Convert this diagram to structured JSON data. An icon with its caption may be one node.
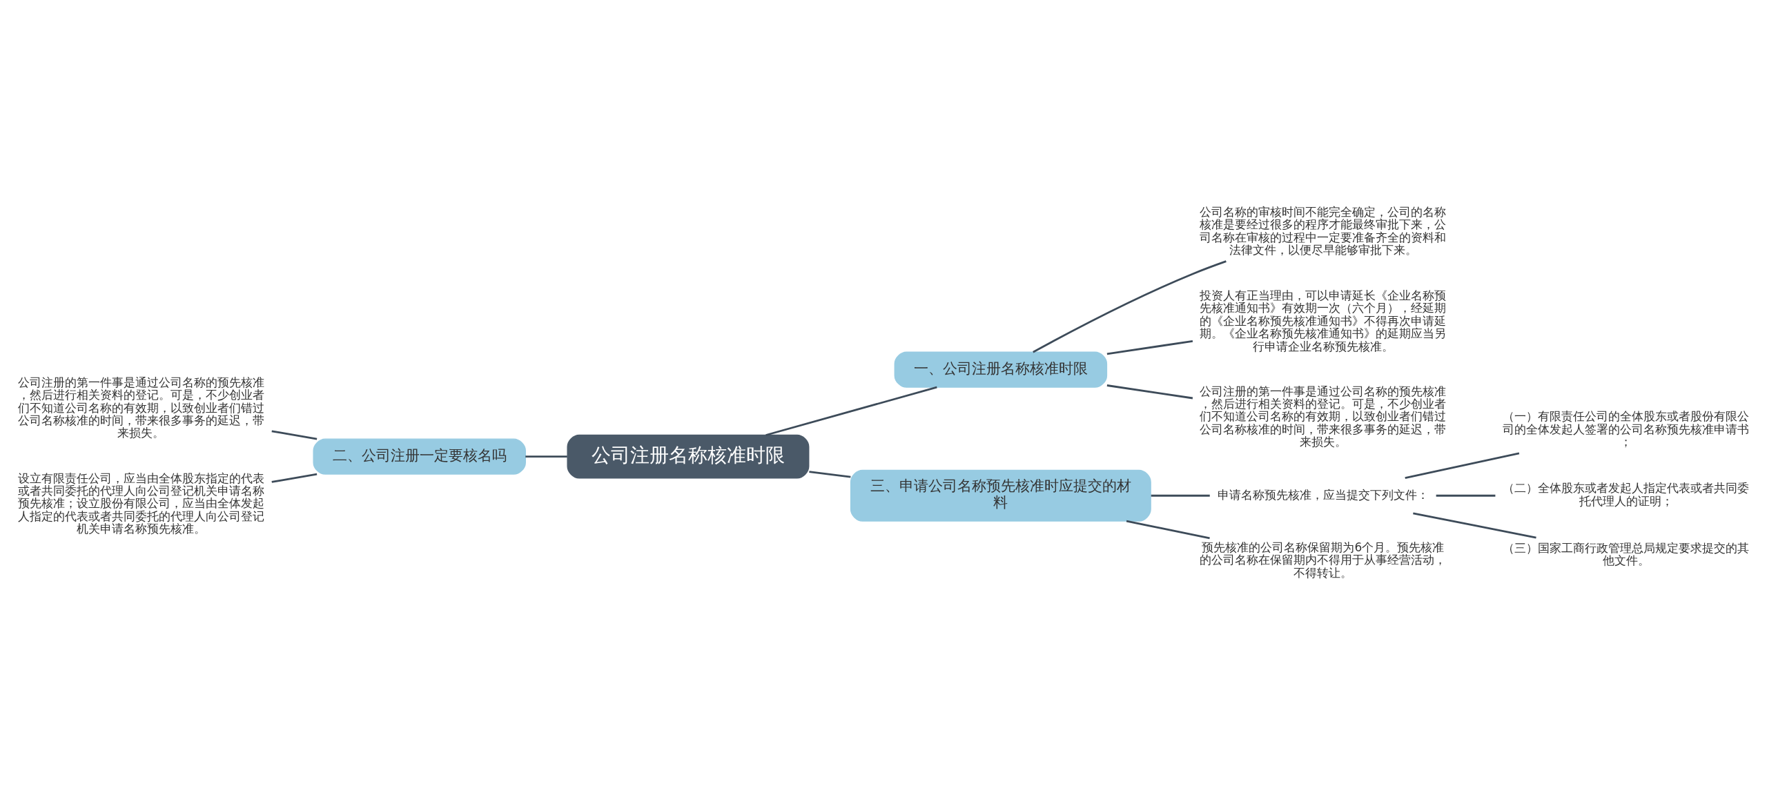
{
  "diagram": {
    "nodes": [
      {
        "text": [
          "公司注册名称核准时限"
        ]
      },
      {
        "text": [
          "一、公司注册名称核准时限"
        ]
      },
      {
        "text": [
          "公司名称的审核时间不能完全确定，公司的名称核准是要经过很多的程序才能最终审批下来，公司名称在审核的过程中一定要准备齐全的资料和法律文件，以便尽早能够审批下来。"
        ]
      },
      {
        "text": [
          "投资人有正当理由，可以申请延长《企业名称预先核准通知书》有效期一次（六个月），经延期的《企业名称预先核准通知书》不得再次申请延期。《企业名称预先核准通知书》的延期应当另行申请企业名称预先核准。"
        ]
      },
      {
        "text": [
          "公司注册的第一件事是通过公司名称的预先核准，然后进行相关资料的登记。可是，不少创业者们不知道公司名称的有效期，以致创业者们错过公司名称核准的时间，带来很多事务的延迟，带来损失。"
        ]
      },
      {
        "text": [
          "二、公司注册一定要核名吗"
        ]
      },
      {
        "text": [
          "公司注册的第一件事是通过公司名称的预先核准，然后进行相关资料的登记。可是，不少创业者们不知道公司名称的有效期，以致创业者们错过公司名称核准的时间，带来很多事务的延迟，带来损失。"
        ]
      },
      {
        "text": [
          "设立有限责任公司，应当由全体股东指定的代表或者共同委托的代理人向公司登记机关申请名称预先核准；设立股份有限公司，应当由全体发起人指定的代表或者共同委托的代理人向公司登记机关申请名称预先核准。"
        ]
      },
      {
        "text": [
          "三、申请公司名称预先核准时应提交的材料"
        ]
      },
      {
        "text": [
          "申请名称预先核准，应当提交下列文件："
        ]
      },
      {
        "text": [
          "（一）有限责任公司的全体股东或者股份有限公司的全体发起人签署的公司名称预先核准申请书；"
        ]
      },
      {
        "text": [
          "（二）全体股东或者发起人指定代表或者共同委托代理人的证明；"
        ]
      },
      {
        "text": [
          "（三）国家工商行政管理总局规定要求提交的其他文件。"
        ]
      },
      {
        "text": [
          "预先核准的公司名称保留期为6个月。预先核准的公司名称在保留期内不得用于从事经营活动，不得转让。"
        ]
      }
    ],
    "edges": [
      {
        "from": 0,
        "to": 1,
        "arrow": "none"
      },
      {
        "from": 1,
        "to": 2,
        "arrow": "none"
      },
      {
        "from": 1,
        "to": 3,
        "arrow": "none"
      },
      {
        "from": 1,
        "to": 4,
        "arrow": "none"
      },
      {
        "from": 0,
        "to": 5,
        "arrow": "none"
      },
      {
        "from": 5,
        "to": 6,
        "arrow": "none"
      },
      {
        "from": 5,
        "to": 7,
        "arrow": "none"
      },
      {
        "from": 0,
        "to": 8,
        "arrow": "none"
      },
      {
        "from": 8,
        "to": 9,
        "arrow": "none"
      },
      {
        "from": 9,
        "to": 10,
        "arrow": "none"
      },
      {
        "from": 9,
        "to": 11,
        "arrow": "none"
      },
      {
        "from": 9,
        "to": 12,
        "arrow": "none"
      },
      {
        "from": 8,
        "to": 13,
        "arrow": "none"
      }
    ]
  }
}
